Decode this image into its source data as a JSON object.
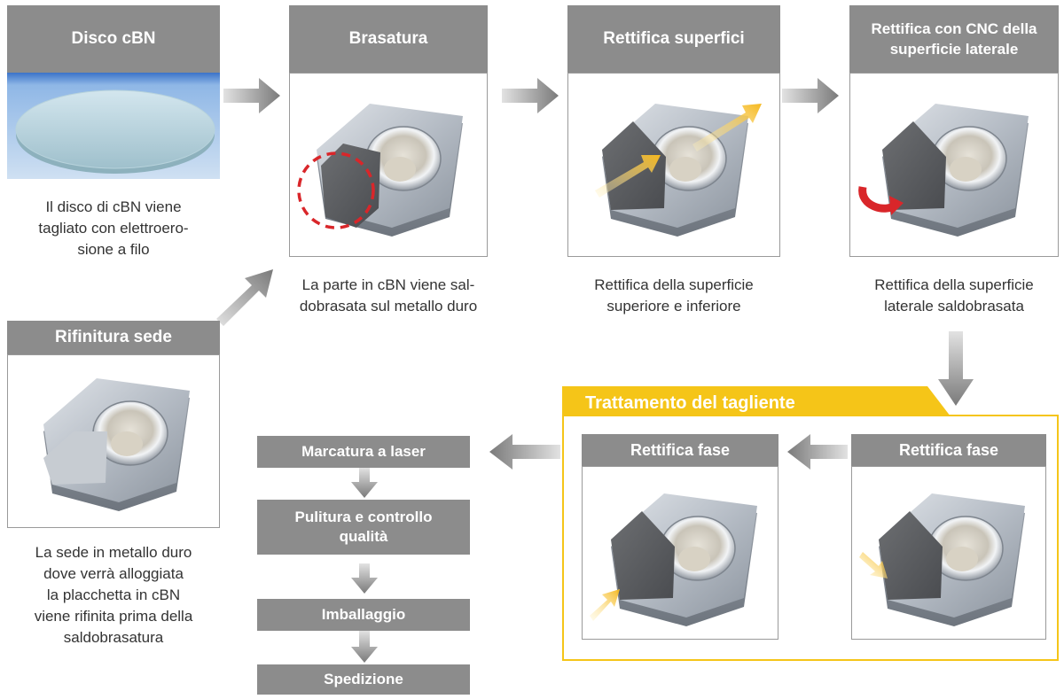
{
  "steps": {
    "disco": {
      "title": "Disco cBN",
      "caption": [
        "Il disco di cBN viene",
        "tagliato con elettroero-",
        "sione a filo"
      ]
    },
    "brasatura": {
      "title": "Brasatura",
      "caption": [
        "La parte in cBN viene sal-",
        "dobrasata sul metallo duro"
      ]
    },
    "rettifica_superfici": {
      "title": "Rettifica superfici",
      "caption": [
        "Rettifica della superficie",
        "superiore e inferiore"
      ]
    },
    "rettifica_cnc": {
      "title_lines": [
        "Rettifica con CNC della",
        "superficie laterale"
      ],
      "caption": [
        "Rettifica della superficie",
        "laterale saldobrasata"
      ]
    },
    "rifinitura": {
      "title": "Rifinitura sede",
      "caption": [
        "La sede in metallo duro",
        "dove verrà alloggiata",
        "la placchetta in cBN",
        "viene rifinita prima della",
        "saldobrasatura"
      ]
    }
  },
  "trattamento": {
    "title": "Trattamento del tagliente",
    "left": "Rettifica fase",
    "right": "Rettifica fase"
  },
  "final_steps": [
    "Marcatura a laser",
    "Pulitura e controllo qualità",
    "Imballaggio",
    "Spedizione"
  ],
  "colors": {
    "header": "#8c8c8c",
    "accent": "#f5c518",
    "arrow": "#7a7a7a",
    "red": "#d9262a"
  }
}
